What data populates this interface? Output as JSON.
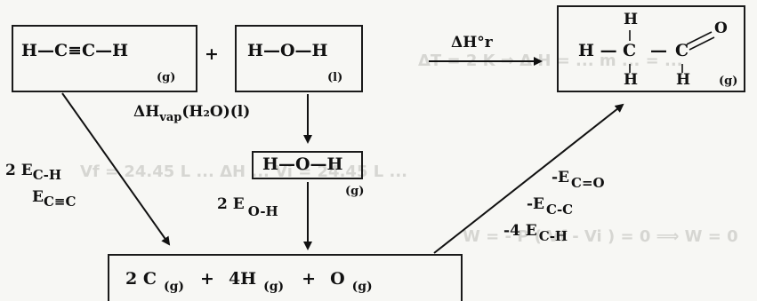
{
  "reactant1": {
    "formula": "H—C≡C—H",
    "state": "(g)"
  },
  "plus": "+",
  "reactant2": {
    "formula": "H—O—H",
    "state": "(l)"
  },
  "reaction_label": "ΔH°r",
  "product": {
    "left_H": "H —",
    "carbon1": "C",
    "top_H": "H",
    "bottom_H1": "H",
    "bond_mid": "—",
    "carbon2": "C",
    "oxygen": "O",
    "bottom_H2": "H",
    "state": "(g)"
  },
  "vap_label": {
    "main": "ΔH",
    "sub": "vap",
    "rest": "(H₂O)(l)"
  },
  "water_gas": {
    "formula": "H—O—H",
    "state": "(g)"
  },
  "left_energy": {
    "line1_coef": "2 E",
    "line1_sub": "C-H",
    "line2_coef": "E",
    "line2_sub": "C≡C"
  },
  "oh_energy": {
    "coef": "2 E",
    "sub": "O-H"
  },
  "right_energy": {
    "line1_coef": "-E",
    "line1_sub": "C=O",
    "line2_coef": "-E",
    "line2_sub": "C-C",
    "line3_coef": "-4 E",
    "line3_sub": "C-H"
  },
  "atoms": {
    "c_coef": "2 C",
    "c_state": "(g)",
    "plus1": "+",
    "h_coef": "4H",
    "h_state": "(g)",
    "plus2": "+",
    "o_coef": "O",
    "o_state": "(g)"
  },
  "background_text": {
    "line1": "ΔT = 2 K ⇒ Δ H = ... m ... = ...",
    "line2": "Vf = 24.45 L ... ΔH ... Vi = 24.45 L ...",
    "line3": "W = - P ( Vf - Vi ) = 0 ⟹  W = 0"
  }
}
